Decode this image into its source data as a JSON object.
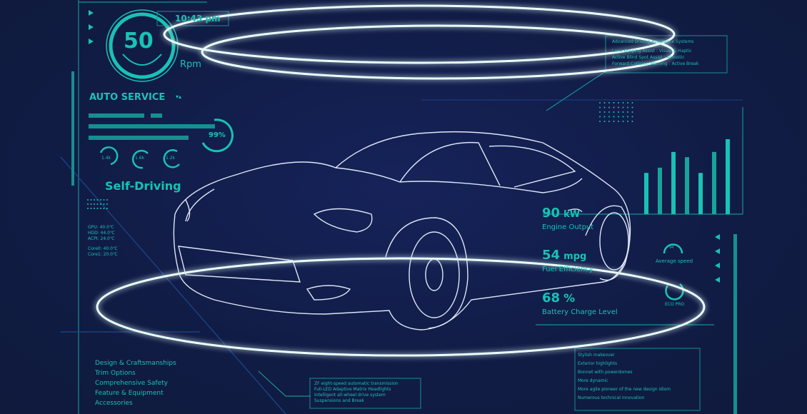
{
  "colors": {
    "background": "#101b42",
    "accent": "#19c2b4",
    "glow": "#aef6f2"
  },
  "gauge": {
    "value": "50",
    "unit": "Rpm",
    "time": "10:43 pm"
  },
  "auto_service": {
    "title": "AUTO SERVICE",
    "percent": "99%",
    "progress": 0.99,
    "dials": [
      "1.4k",
      "1.6k",
      "1.2k"
    ]
  },
  "self_driving": {
    "title": "Self-Driving"
  },
  "temps": [
    "GPU: 40.0℃",
    "HDD: 44.0℃",
    "ACPI: 24.0℃",
    "Core0: 40.0℃",
    "Core1: 20.0℃"
  ],
  "adas": {
    "title": "Advanced Driving Assistance Systems",
    "lines": [
      "Lane Keeping Assist : Visual & Haptic",
      "Active Blind Spot Assist : Acoustic",
      "Forward Collision Warning : Active Break"
    ]
  },
  "metrics": [
    {
      "value": "90",
      "unit": "kW",
      "label": "Engine Output"
    },
    {
      "value": "54",
      "unit": "mpg",
      "label": "Fuel Efficiency"
    },
    {
      "value": "68",
      "unit": "%",
      "label": "Battery Charge Level"
    }
  ],
  "bar_levels": [
    0.55,
    0.62,
    0.83,
    0.76,
    0.55,
    0.83,
    1.0
  ],
  "speed": {
    "value": "94",
    "label": "Average speed"
  },
  "eco": {
    "label": "ECO PRO"
  },
  "menu": [
    "Design & Craftsmanships",
    "Trim Options",
    "Comprehensive Safety",
    "Feature & Equipment",
    "Accessories"
  ],
  "drivetrain": [
    "ZF eight-speed automatic transmission",
    "Full-LED Adaptive Matrix Headlights",
    "Intelligent all-wheel drive system",
    "Suspensions and Break"
  ],
  "features": [
    "Stylish makeover",
    "Exterior highlights",
    "Bonnet with powerdomes",
    "More dynamic",
    "More agile pioneer of the new design idiom",
    "Numerous technical innovation"
  ]
}
